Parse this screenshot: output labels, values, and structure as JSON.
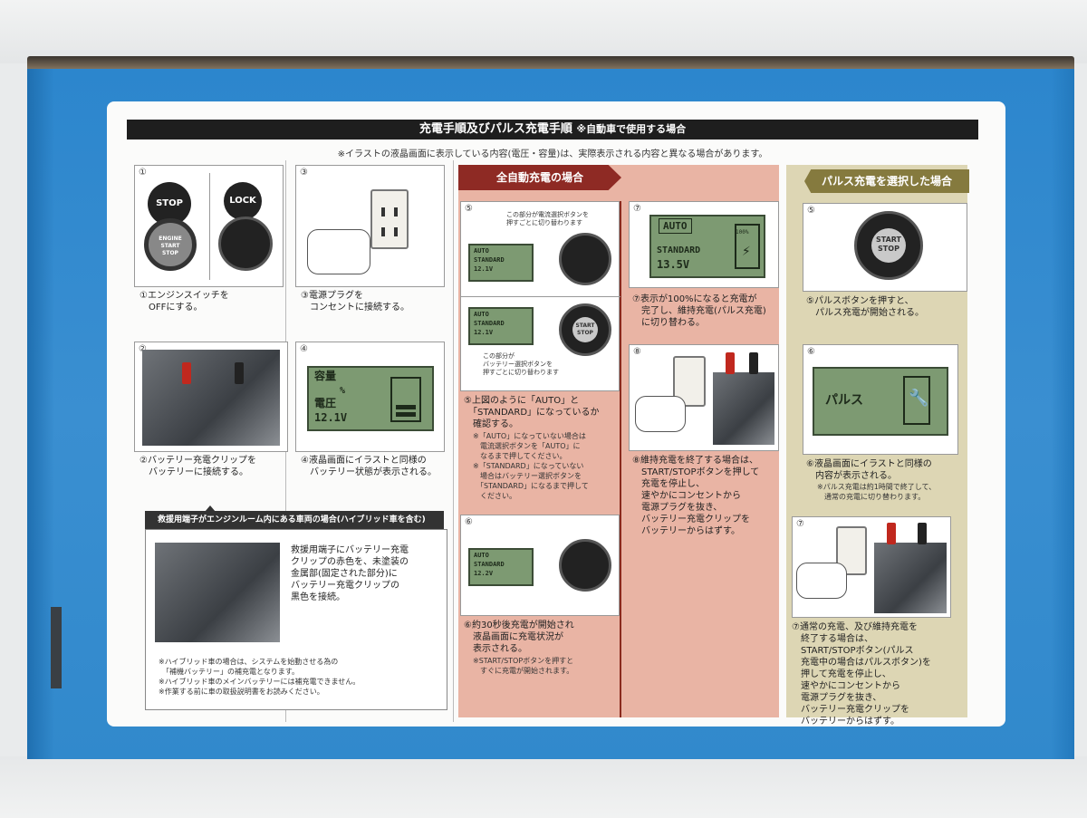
{
  "title": "充電手順及びパルス充電手順",
  "title_note": "※自動車で使用する場合",
  "disclaimer": "※イラストの液晶画面に表示している内容(電圧・容量)は、実際表示される内容と異なる場合があります。",
  "auto_header": "全自動充電の場合",
  "pulse_header": "パルス充電を選択した場合",
  "left": {
    "step1_num": "①",
    "step1_stop": "STOP",
    "step1_engine": "ENGINE\nSTART\nSTOP",
    "step1_lock": "LOCK",
    "step1_caption": "①エンジンスイッチを\n　OFFにする。",
    "step2_num": "②",
    "step2_caption": "②バッテリー充電クリップを\n　バッテリーに接続する。",
    "step3_num": "③",
    "step3_caption": "③電源プラグを\n　コンセントに接続する。",
    "step4_num": "④",
    "step4_lcd_capacity": "容量",
    "step4_lcd_percent": "%",
    "step4_lcd_voltage_label": "電圧",
    "step4_lcd_voltage": "12.1V",
    "step4_caption": "④液晶画面にイラストと同様の\n　バッテリー状態が表示される。",
    "hybrid_tab": "救援用端子がエンジンルーム内にある車両の場合(ハイブリッド車を含む)",
    "hybrid_text": "救援用端子にバッテリー充電\nクリップの赤色を、未塗装の\n金属部(固定された部分)に\nバッテリー充電クリップの\n黒色を接続。",
    "hybrid_notes": "※ハイブリッド車の場合は、システムを始動させる為の\n　「補機バッテリー」の補充電となります。\n※ハイブリッド車のメインバッテリーには補充電できません。\n※作業する前に車の取扱説明書をお読みください。"
  },
  "auto": {
    "step5_num": "⑤",
    "step5_note_top": "この部分が電流選択ボタンを\n押すごとに切り替わります",
    "step5_lcd": "AUTO\nSTANDARD\n12.1V",
    "step5_note_bottom": "この部分が\nバッテリー選択ボタンを\n押すごとに切り替わります",
    "step5_dial_text": "START\nSTOP",
    "step5_caption": "⑤上図のように「AUTO」と\n　「STANDARD」になっているか\n　確認する。",
    "step5_notes": "※「AUTO」になっていない場合は\n　電流選択ボタンを「AUTO」に\n　なるまで押してください。\n※「STANDARD」になっていない\n　場合はバッテリー選択ボタンを\n　「STANDARD」になるまで押して\n　ください。",
    "step6_num": "⑥",
    "step6_lcd": "AUTO\nSTANDARD\n12.2V",
    "step6_caption": "⑥約30秒後充電が開始され\n　液晶画面に充電状況が\n　表示される。",
    "step6_note": "※START/STOPボタンを押すと\n　すぐに充電が開始されます。",
    "step7_num": "⑦",
    "step7_lcd_auto": "AUTO",
    "step7_lcd_standard": "STANDARD",
    "step7_lcd_voltage": "13.5V",
    "step7_lcd_percent": "100%",
    "step7_caption": "⑦表示が100%になると充電が\n　完了し、維持充電(パルス充電)\n　に切り替わる。",
    "step8_num": "⑧",
    "step8_caption": "⑧維持充電を終了する場合は、\n　START/STOPボタンを押して\n　充電を停止し、\n　速やかにコンセントから\n　電源プラグを抜き、\n　バッテリー充電クリップを\n　バッテリーからはずす。"
  },
  "pulse": {
    "step5_num": "⑤",
    "step5_dial": "START\nSTOP",
    "step5_caption": "⑤パルスボタンを押すと、\n　パルス充電が開始される。",
    "step6_num": "⑥",
    "step6_lcd": "パルス",
    "step6_caption": "⑥液晶画面にイラストと同様の\n　内容が表示される。",
    "step6_note": "※パルス充電は約1時間で終了して、\n　通常の充電に切り替わります。",
    "step7_num": "⑦",
    "step7_caption": "⑦通常の充電、及び維持充電を\n　終了する場合は、\n　START/STOPボタン(パルス\n　充電中の場合はパルスボタン)を\n　押して充電を停止し、\n　速やかにコンセントから\n　電源プラグを抜き、\n　バッテリー充電クリップを\n　バッテリーからはずす。"
  },
  "colors": {
    "box_blue": "#3189cc",
    "auto_pink": "#e9b4a4",
    "auto_header_red": "#8e2a24",
    "pulse_olive": "#ddd6b4",
    "pulse_header": "#857a3e",
    "lcd_green": "#7d9a72"
  }
}
